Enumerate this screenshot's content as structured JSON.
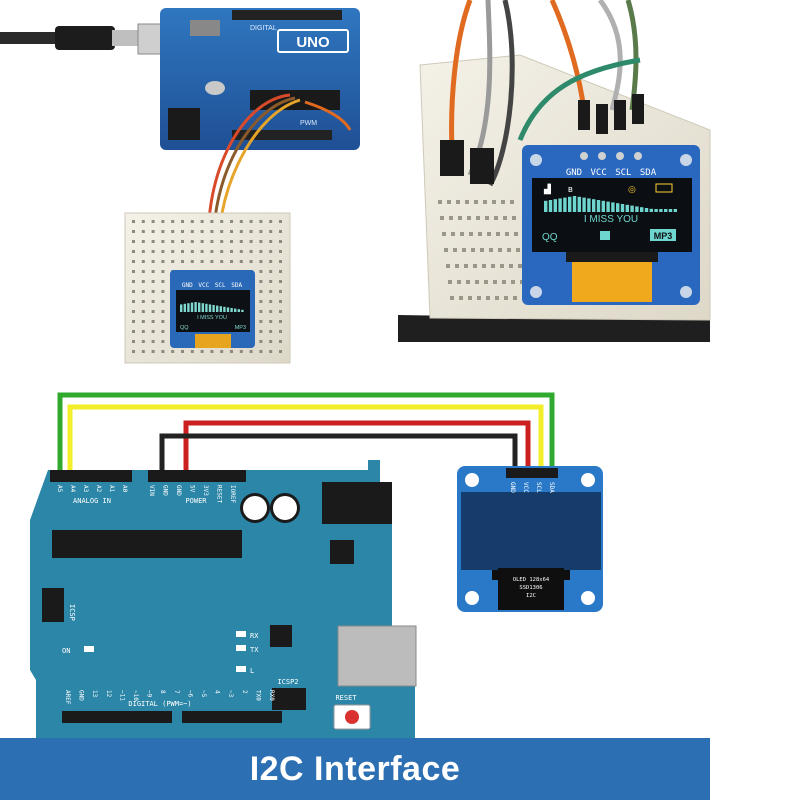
{
  "photo_small": {
    "board_label": "UNO",
    "board_brand": "DIGITAL",
    "board_pwm": "PWM",
    "header_labels": [
      "GND",
      "VCC",
      "SCL",
      "SDA"
    ],
    "screen_text": "I MISS YOU",
    "screen_left": "QQ",
    "screen_right": "MP3"
  },
  "photo_large": {
    "header_labels": [
      "GND",
      "VCC",
      "SCL",
      "SDA"
    ],
    "screen_text": "I MISS YOU",
    "screen_left": "QQ",
    "screen_right": "MP3"
  },
  "diagram": {
    "analog_pins": [
      "A5",
      "A4",
      "A3",
      "A2",
      "A1",
      "A0"
    ],
    "analog_group": "ANALOG IN",
    "power_pins": [
      "VIN",
      "GND",
      "GND",
      "5V",
      "3V3",
      "RESET",
      "IOREF"
    ],
    "power_group": "POWER",
    "digital_pins": [
      "RX0",
      "TX0",
      "2",
      "~3",
      "4",
      "~5",
      "~6",
      "7",
      "8",
      "~9",
      "~10",
      "~11",
      "12",
      "13",
      "GND",
      "AREF"
    ],
    "digital_group": "DIGITAL (PWM=~)",
    "led_labels": [
      "RX",
      "TX",
      "L",
      "ON"
    ],
    "icsp_label": "ICSP",
    "icsp2_label": "ICSP2",
    "reset_label": "RESET",
    "oled_pins": [
      "GND",
      "VCC",
      "SCL",
      "SDA"
    ],
    "oled_chip": [
      "OLED 128x64",
      "SSD1306",
      "I2C"
    ],
    "wire_colors": {
      "sda": "#2faa2f",
      "scl": "#f2ef2a",
      "vcc": "#cc2020",
      "gnd": "#222222"
    },
    "board_color": "#2c86a8",
    "oled_board_color": "#2a78c8"
  },
  "caption": "I2C Interface"
}
